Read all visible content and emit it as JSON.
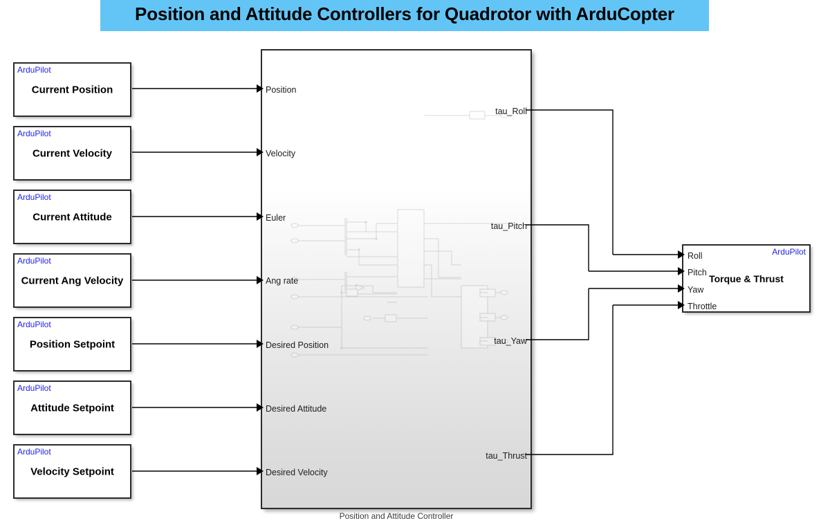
{
  "title": {
    "text": "Position and Attitude Controllers for Quadrotor with ArduCopter",
    "banner_color": "#63c5f5"
  },
  "tag_label": "ArduPilot",
  "tag_color": "#2222dd",
  "source_blocks": [
    {
      "tag": "ArduPilot",
      "name": "Current Position"
    },
    {
      "tag": "ArduPilot",
      "name": "Current Velocity"
    },
    {
      "tag": "ArduPilot",
      "name": "Current Attitude"
    },
    {
      "tag": "ArduPilot",
      "name": "Current Ang Velocity"
    },
    {
      "tag": "ArduPilot",
      "name": "Position Setpoint"
    },
    {
      "tag": "ArduPilot",
      "name": "Attitude Setpoint"
    },
    {
      "tag": "ArduPilot",
      "name": "Velocity Setpoint"
    }
  ],
  "controller": {
    "caption": "Position and Attitude Controller",
    "inputs": [
      {
        "label": "Position"
      },
      {
        "label": "Velocity"
      },
      {
        "label": "Euler"
      },
      {
        "label": "Ang rate"
      },
      {
        "label": "Desired Position"
      },
      {
        "label": "Desired Attitude"
      },
      {
        "label": "Desired Velocity"
      }
    ],
    "outputs": [
      {
        "label": "tau_Roll"
      },
      {
        "label": "tau_Pitch"
      },
      {
        "label": "tau_Yaw"
      },
      {
        "label": "tau_Thrust"
      }
    ]
  },
  "torque_thrust": {
    "tag": "ArduPilot",
    "name": "Torque & Thrust",
    "inputs": [
      {
        "label": "Roll"
      },
      {
        "label": "Pitch"
      },
      {
        "label": "Yaw"
      },
      {
        "label": "Throttle"
      }
    ]
  }
}
